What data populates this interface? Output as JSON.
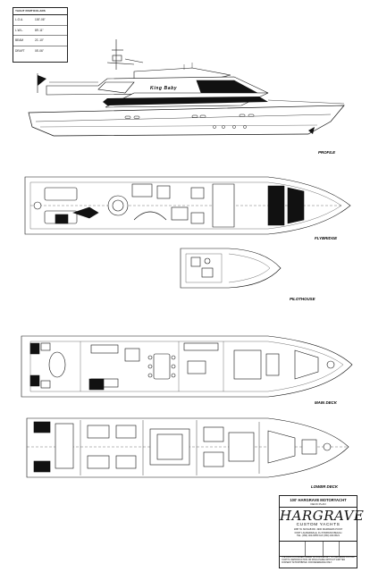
{
  "particulars": {
    "heading": "YACHT PARTICULARS",
    "rows": [
      {
        "key": "L.O.A.",
        "value": "100'-06\""
      },
      {
        "key": "L.W.L.",
        "value": "89'-11\""
      },
      {
        "key": "BEAM",
        "value": "21'-10\""
      },
      {
        "key": "DRAFT",
        "value": "05'-06\""
      }
    ]
  },
  "profile": {
    "hull_name": "King Baby",
    "label": "PROFILE"
  },
  "views": {
    "flybridge": "FLYBRIDGE",
    "pilothouse": "PILOTHOUSE",
    "main_deck": "MAIN DECK",
    "lower_deck": "LOWER DECK"
  },
  "title_block": {
    "title": "100' HARGRAVE MOTORYACHT",
    "subtitle": "DECK PLAN",
    "logo": "HARGRAVE",
    "logo_sub": "CUSTOM YACHTS",
    "address_1": "1887 W. MCNAB RD.   4900 MARINERS POINT",
    "address_2": "FORT LAUDERDALE, FL   POMPANO BEACH",
    "address_3": "TEL. (954) 463-0655   FAX (954) 463-8621",
    "fine_print": "THE DATA CONTAINED HEREIN IS PROPRIETARY TO HARGRAVE CUSTOM YACHTS. REPRODUCTION OR DISCLOSURE WITHOUT WRITTEN CONSENT IS PROHIBITED. FOR REFERENCE ONLY."
  },
  "colors": {
    "ink": "#111111",
    "paper": "#ffffff",
    "glass": "#1a1a1a",
    "wood": "#dddddd"
  }
}
